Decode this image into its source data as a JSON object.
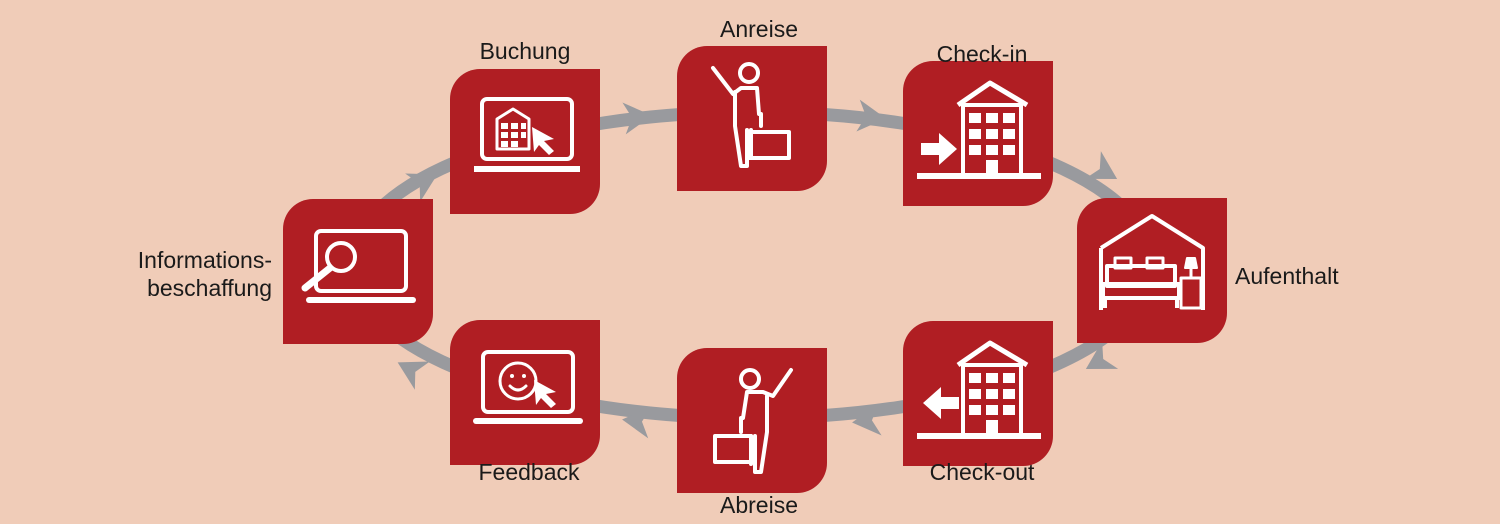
{
  "diagram": {
    "steps": [
      {
        "id": "informationsbeschaffung",
        "label_line1": "Informations-",
        "label_line2": "beschaffung",
        "icon": "laptop-magnifier-icon"
      },
      {
        "id": "buchung",
        "label": "Buchung",
        "icon": "laptop-hotel-booking-icon"
      },
      {
        "id": "anreise",
        "label": "Anreise",
        "icon": "traveler-arriving-icon"
      },
      {
        "id": "check-in",
        "label": "Check-in",
        "icon": "hotel-check-in-icon"
      },
      {
        "id": "aufenthalt",
        "label": "Aufenthalt",
        "icon": "hotel-room-bed-icon"
      },
      {
        "id": "check-out",
        "label": "Check-out",
        "icon": "hotel-check-out-icon"
      },
      {
        "id": "abreise",
        "label": "Abreise",
        "icon": "traveler-departing-icon"
      },
      {
        "id": "feedback",
        "label": "Feedback",
        "icon": "laptop-smiley-feedback-icon"
      }
    ],
    "colors": {
      "background": "#f0ccb8",
      "tile": "#b01e23",
      "icon": "#ffffff",
      "cycle_line": "#999a9e",
      "text": "#1a1a1a"
    }
  }
}
